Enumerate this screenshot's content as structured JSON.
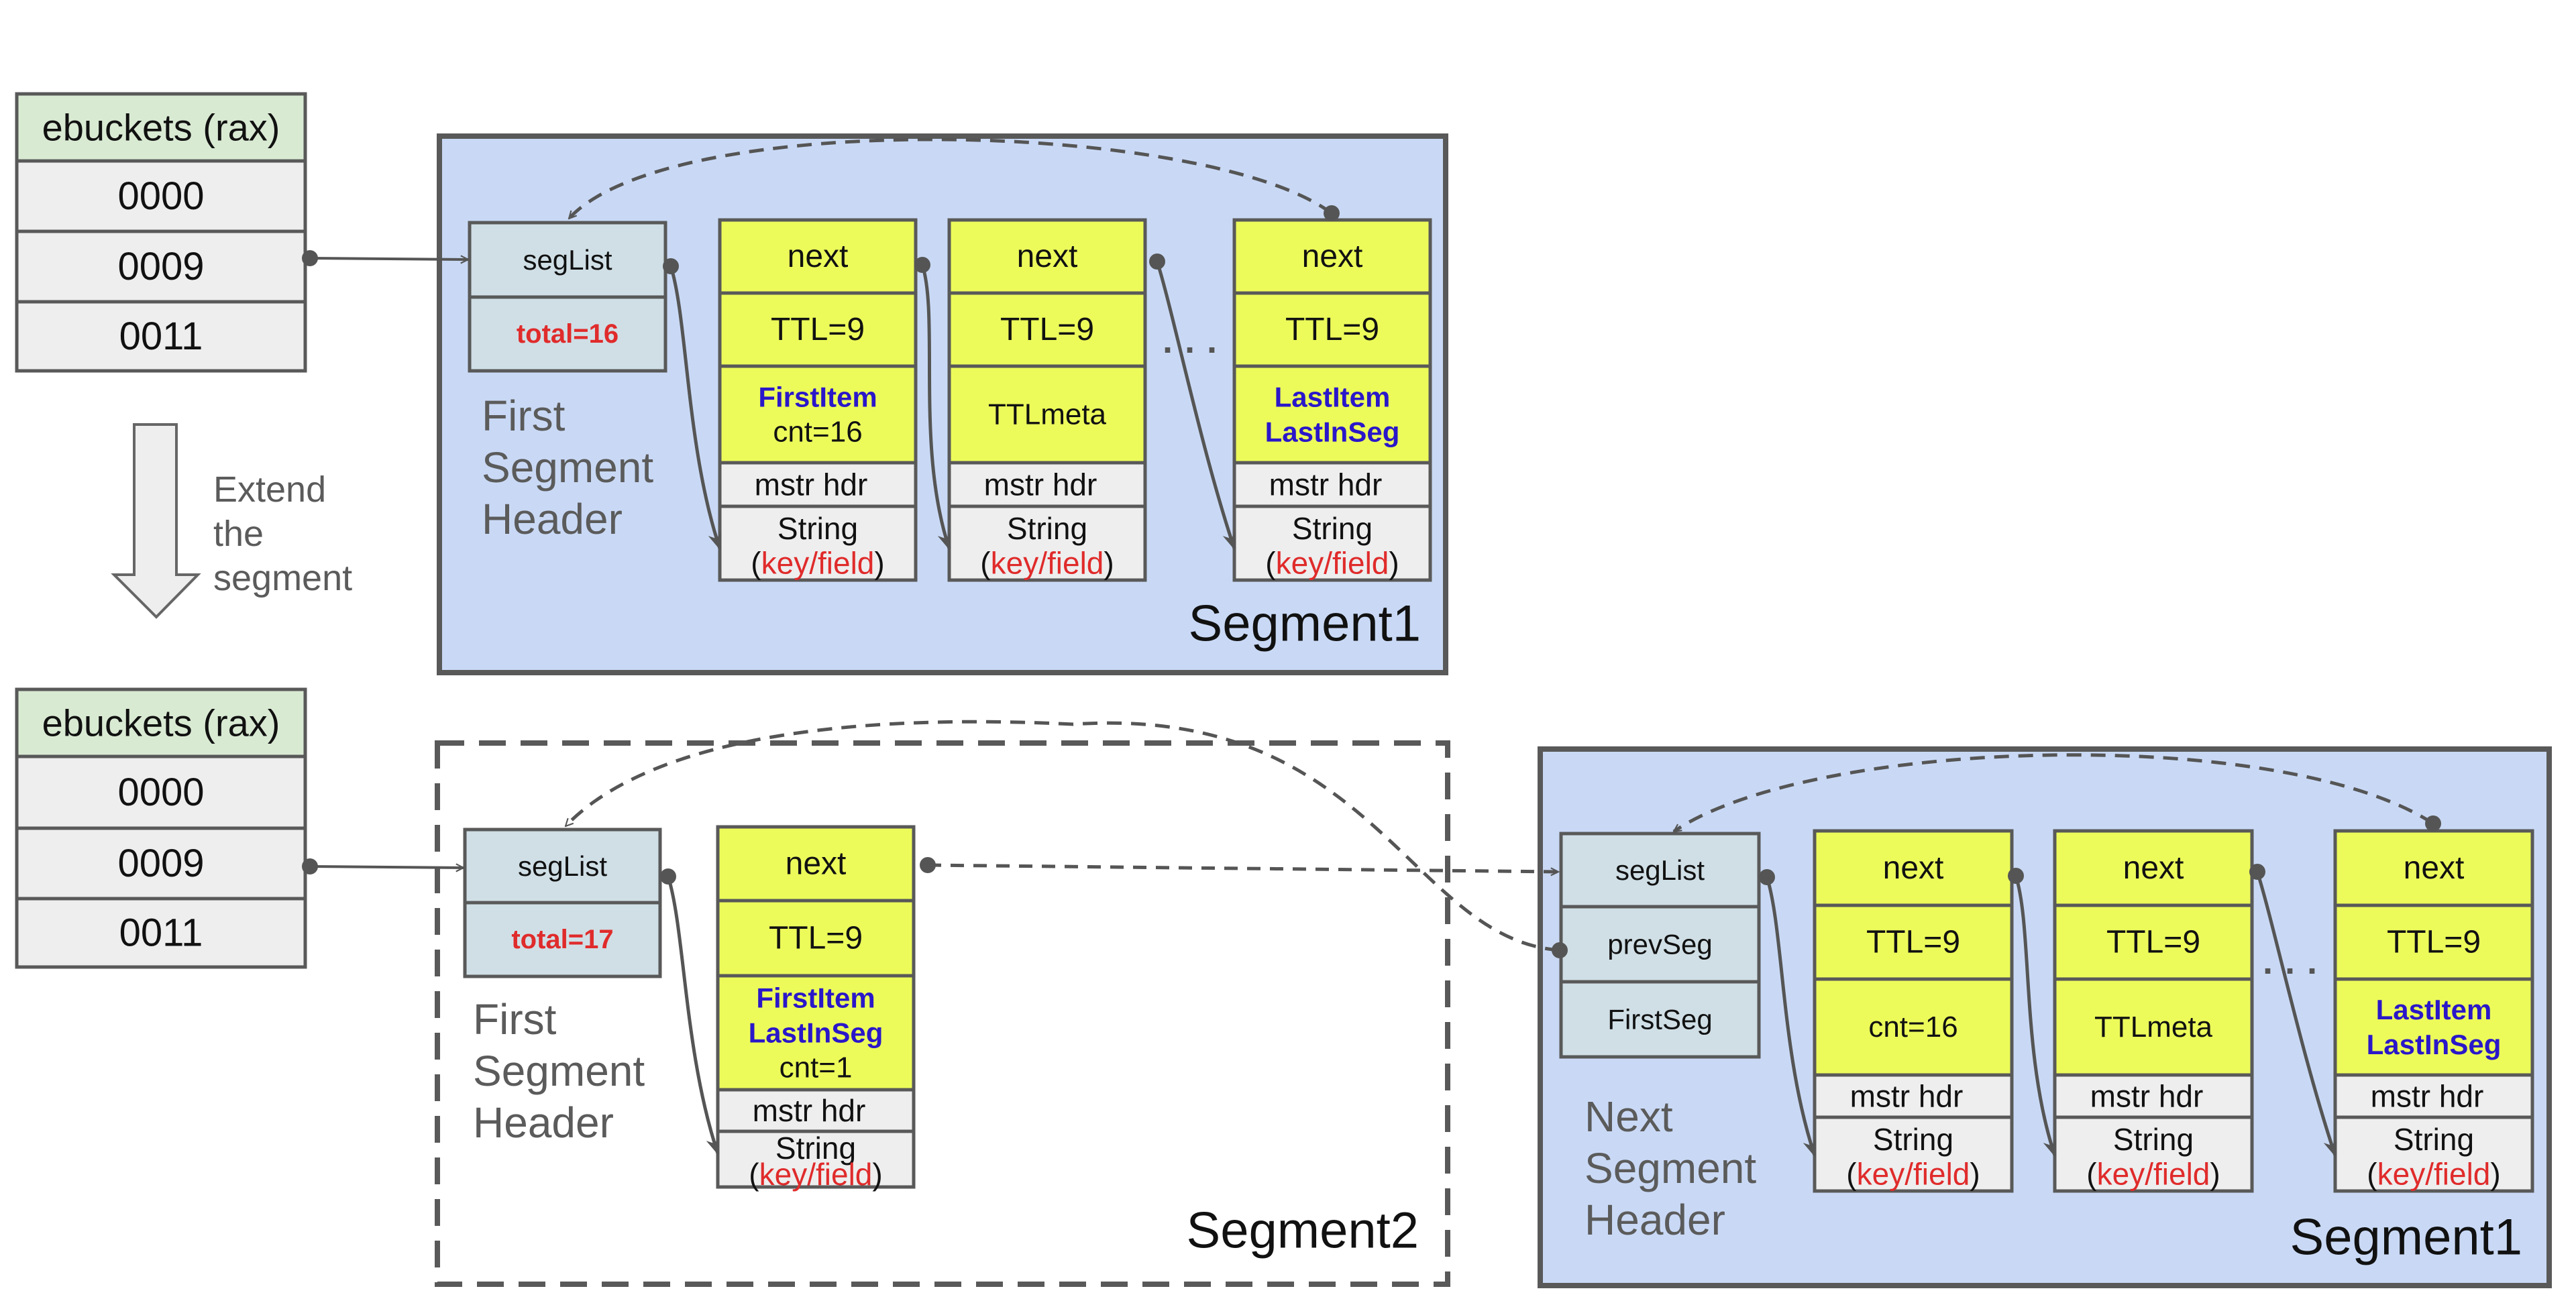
{
  "colors": {
    "segment_fill": "#c9d9f5",
    "segment_stroke": "#595959",
    "header_fill": "#d0dfe6",
    "item_yellow": "#ecfb5a",
    "item_gray": "#eeeeee",
    "bucket_header": "#d9ead3",
    "bucket_row": "#eeeeee",
    "red": "#e02b2b",
    "blue": "#2a17c9",
    "line": "#555555"
  },
  "top": {
    "ebuckets": {
      "title": "ebuckets (rax)",
      "rows": [
        "0000",
        "0009",
        "0011"
      ]
    },
    "segment": {
      "title": "Segment1",
      "header": {
        "cells": [
          {
            "text": "segList",
            "style": "normal"
          },
          {
            "text": "total=16",
            "style": "red-bold"
          }
        ],
        "label_lines": [
          "First",
          "Segment",
          "Header"
        ]
      },
      "items": [
        {
          "next": "next",
          "ttl": "TTL=9",
          "meta": [
            {
              "text": "FirstItem",
              "style": "blue-bold"
            },
            {
              "text": "cnt=16",
              "style": "normal"
            }
          ],
          "mstr": "mstr hdr",
          "string": "String",
          "key_open": "(",
          "key": "key/field",
          "key_close": ")"
        },
        {
          "next": "next",
          "ttl": "TTL=9",
          "meta": [
            {
              "text": "TTLmeta",
              "style": "normal"
            }
          ],
          "mstr": "mstr hdr",
          "string": "String",
          "key_open": "(",
          "key": "key/field",
          "key_close": ")"
        },
        {
          "next": "next",
          "ttl": "TTL=9",
          "meta": [
            {
              "text": "LastItem",
              "style": "blue-bold"
            },
            {
              "text": "LastInSeg",
              "style": "blue-bold"
            }
          ],
          "mstr": "mstr hdr",
          "string": "String",
          "key_open": "(",
          "key": "key/field",
          "key_close": ")"
        }
      ],
      "ellipsis": "· · ·"
    }
  },
  "transition": {
    "lines": [
      "Extend",
      "the",
      "segment"
    ]
  },
  "bottom": {
    "ebuckets": {
      "title": "ebuckets (rax)",
      "rows": [
        "0000",
        "0009",
        "0011"
      ]
    },
    "segment2": {
      "title": "Segment2",
      "header": {
        "cells": [
          {
            "text": "segList",
            "style": "normal"
          },
          {
            "text": "total=17",
            "style": "red-bold"
          }
        ],
        "label_lines": [
          "First",
          "Segment",
          "Header"
        ]
      },
      "items": [
        {
          "next": "next",
          "ttl": "TTL=9",
          "meta": [
            {
              "text": "FirstItem",
              "style": "blue-bold"
            },
            {
              "text": "LastInSeg",
              "style": "blue-bold"
            },
            {
              "text": "cnt=1",
              "style": "normal"
            }
          ],
          "mstr": "mstr hdr",
          "string": "String",
          "key_open": "(",
          "key": "key/field",
          "key_close": ")"
        }
      ]
    },
    "segment1": {
      "title": "Segment1",
      "header": {
        "cells": [
          {
            "text": "segList",
            "style": "normal"
          },
          {
            "text": "prevSeg",
            "style": "normal"
          },
          {
            "text": "FirstSeg",
            "style": "normal"
          }
        ],
        "label_lines": [
          "Next",
          "Segment",
          "Header"
        ]
      },
      "items": [
        {
          "next": "next",
          "ttl": "TTL=9",
          "meta": [
            {
              "text": "cnt=16",
              "style": "normal"
            }
          ],
          "mstr": "mstr hdr",
          "string": "String",
          "key_open": "(",
          "key": "key/field",
          "key_close": ")"
        },
        {
          "next": "next",
          "ttl": "TTL=9",
          "meta": [
            {
              "text": "TTLmeta",
              "style": "normal"
            }
          ],
          "mstr": "mstr hdr",
          "string": "String",
          "key_open": "(",
          "key": "key/field",
          "key_close": ")"
        },
        {
          "next": "next",
          "ttl": "TTL=9",
          "meta": [
            {
              "text": "LastItem",
              "style": "blue-bold"
            },
            {
              "text": "LastInSeg",
              "style": "blue-bold"
            }
          ],
          "mstr": "mstr hdr",
          "string": "String",
          "key_open": "(",
          "key": "key/field",
          "key_close": ")"
        }
      ],
      "ellipsis": "· · ·"
    }
  }
}
